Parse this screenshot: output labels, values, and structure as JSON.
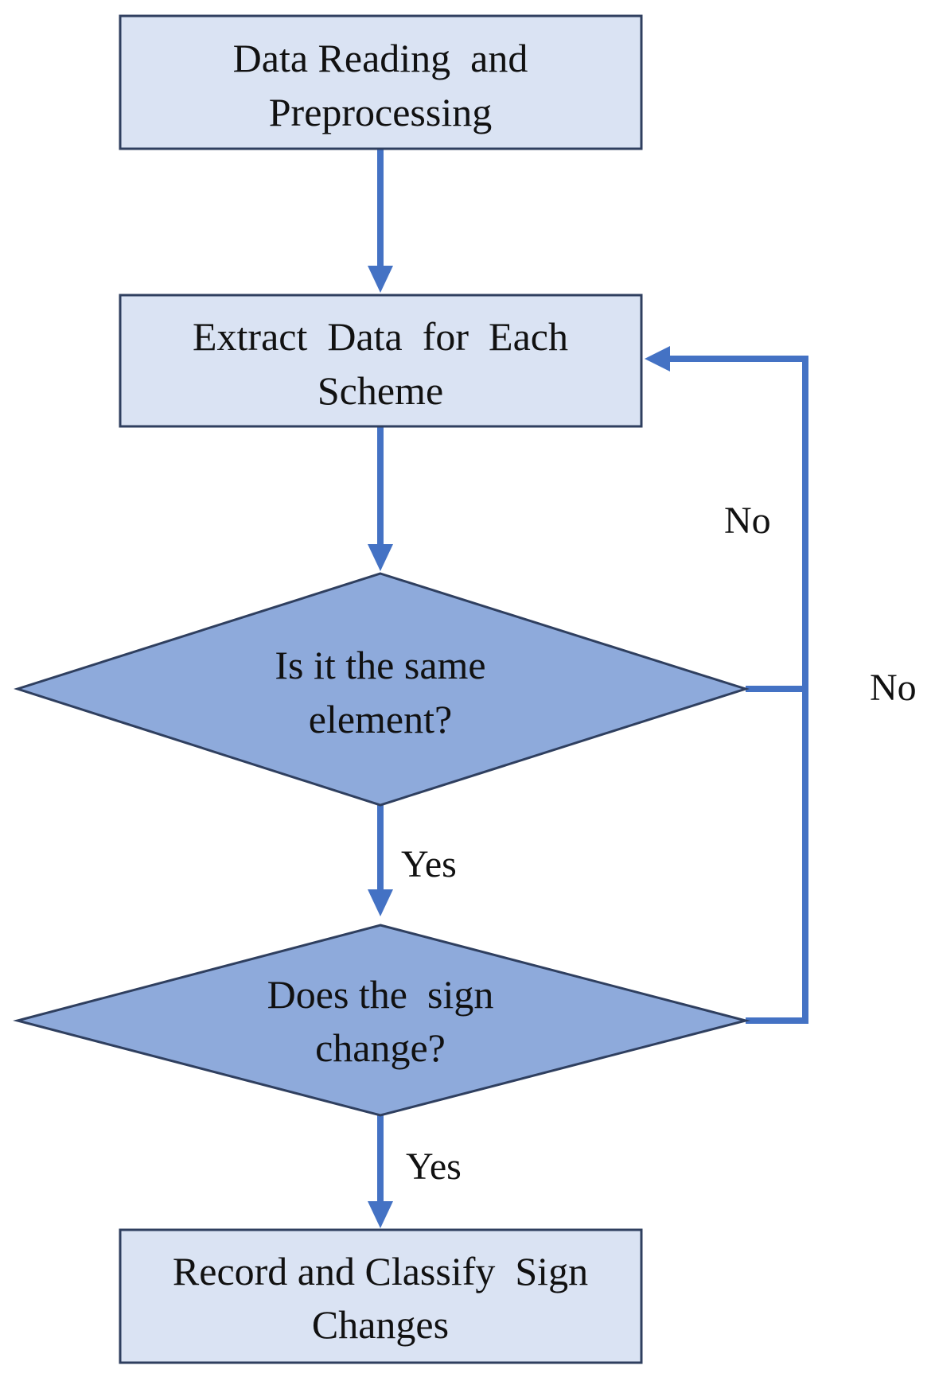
{
  "diagram": {
    "nodes": {
      "data_reading": {
        "line1": "Data Reading  and",
        "line2": "Preprocessing"
      },
      "extract_data": {
        "line1": "Extract  Data  for  Each",
        "line2": "Scheme"
      },
      "same_element": {
        "line1": "Is it the same",
        "line2": "element?"
      },
      "sign_change": {
        "line1": "Does the  sign",
        "line2": "change?"
      },
      "record_classify": {
        "line1": "Record and Classify  Sign",
        "line2": "Changes"
      }
    },
    "edge_labels": {
      "same_element_yes": "Yes",
      "sign_change_yes": "Yes",
      "loop_no_upper": "No",
      "loop_no_right": "No"
    },
    "colors": {
      "box_fill": "#dae3f3",
      "diamond_fill": "#8eaadb",
      "arrow": "#4472c4"
    }
  }
}
